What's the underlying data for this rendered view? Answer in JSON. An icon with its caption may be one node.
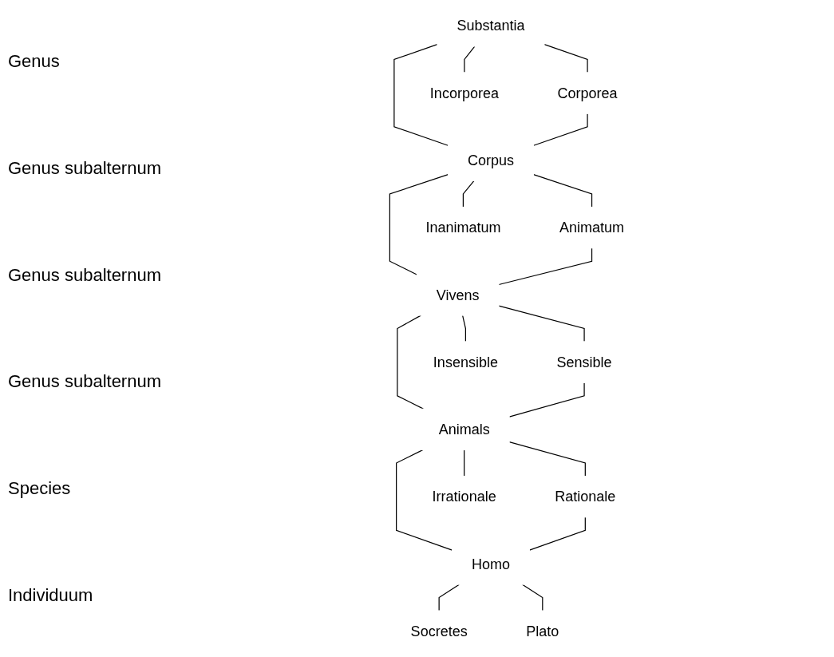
{
  "diagram": {
    "nodes": [
      {
        "text": [
          "Substantia"
        ]
      },
      {
        "text": [
          "Corporea"
        ]
      },
      {
        "text": [
          "Incorporea"
        ]
      },
      {
        "text": [
          "Corpus"
        ]
      },
      {
        "text": [
          "Animatum"
        ]
      },
      {
        "text": [
          "Inanimatum"
        ]
      },
      {
        "text": [
          "Vivens"
        ]
      },
      {
        "text": [
          "Sensible"
        ]
      },
      {
        "text": [
          "Insensible"
        ]
      },
      {
        "text": [
          "Animals"
        ]
      },
      {
        "text": [
          "Rationale"
        ]
      },
      {
        "text": [
          "Irrationale"
        ]
      },
      {
        "text": [
          "Homo"
        ]
      },
      {
        "text": [
          "Socretes"
        ]
      },
      {
        "text": [
          "Plato"
        ]
      }
    ],
    "edges": [
      {
        "from": 0,
        "to": 1,
        "arrow": "none"
      },
      {
        "from": 0,
        "to": 3,
        "arrow": "none"
      },
      {
        "from": 0,
        "to": 2,
        "arrow": "none"
      },
      {
        "from": 1,
        "to": 3,
        "arrow": "none"
      },
      {
        "from": 3,
        "to": 4,
        "arrow": "none"
      },
      {
        "from": 3,
        "to": 6,
        "arrow": "none"
      },
      {
        "from": 3,
        "to": 5,
        "arrow": "none"
      },
      {
        "from": 4,
        "to": 6,
        "arrow": "none"
      },
      {
        "from": 6,
        "to": 7,
        "arrow": "none"
      },
      {
        "from": 6,
        "to": 9,
        "arrow": "none"
      },
      {
        "from": 6,
        "to": 8,
        "arrow": "none"
      },
      {
        "from": 7,
        "to": 9,
        "arrow": "none"
      },
      {
        "from": 9,
        "to": 10,
        "arrow": "none"
      },
      {
        "from": 9,
        "to": 12,
        "arrow": "none"
      },
      {
        "from": 9,
        "to": 11,
        "arrow": "none"
      },
      {
        "from": 10,
        "to": 12,
        "arrow": "none"
      },
      {
        "from": 12,
        "to": 13,
        "arrow": "none"
      },
      {
        "from": 12,
        "to": 14,
        "arrow": "none"
      }
    ],
    "labels": [
      "Genus",
      "Genus subalternum",
      "Genus subalternum",
      "Genus subalternum",
      "Species",
      "Individuum"
    ]
  }
}
